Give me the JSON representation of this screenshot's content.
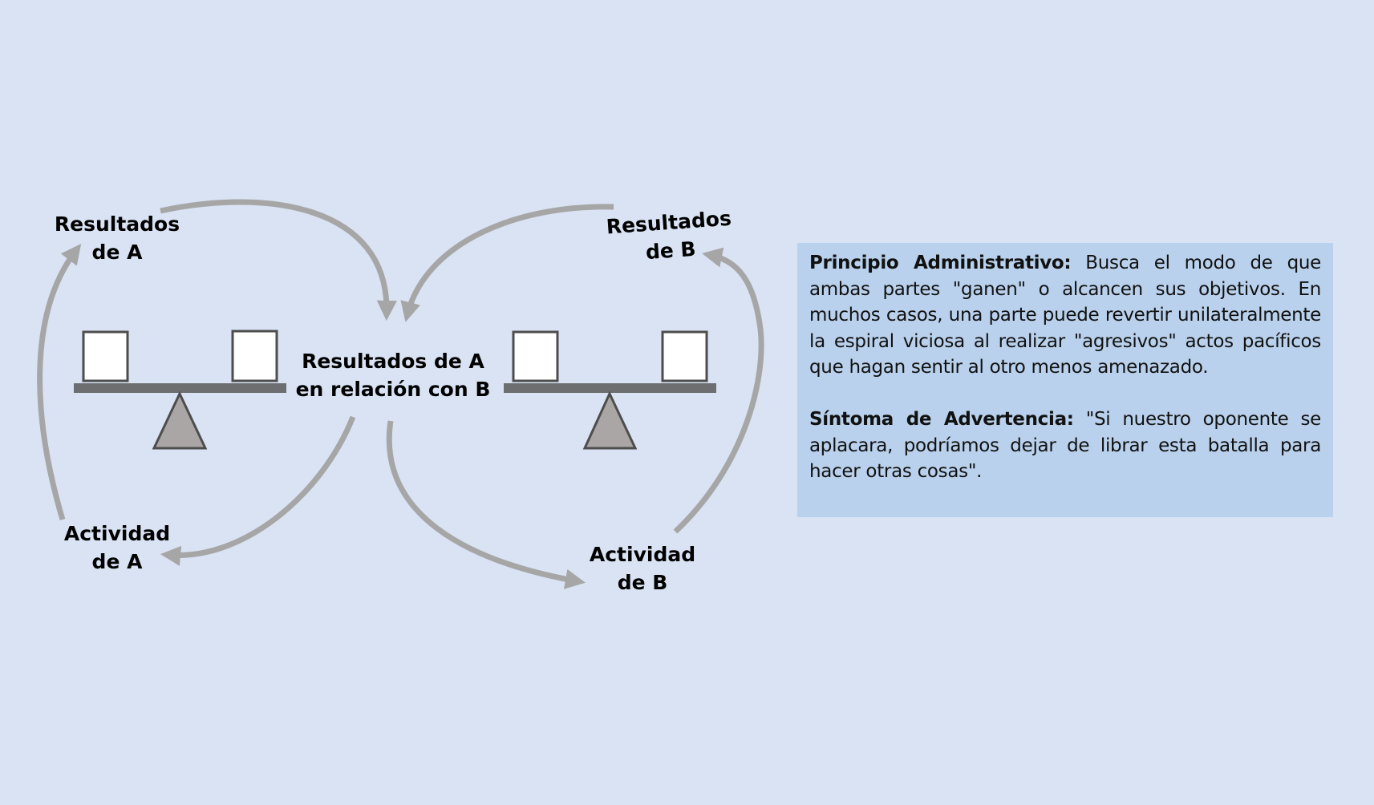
{
  "diagram": {
    "nodes": {
      "results_a": [
        "Resultados",
        "de A"
      ],
      "results_b": [
        "Resultados",
        "de B"
      ],
      "center": [
        "Resultados de A",
        "en relación con B"
      ],
      "activity_a": [
        "Actividad",
        "de A"
      ],
      "activity_b": [
        "Actividad",
        "de B"
      ]
    }
  },
  "info": {
    "principle_heading": "Principio Administrativo:",
    "principle_text": " Busca el modo de que ambas partes \"ganen\" o alcancen sus objetivos. En muchos casos, una parte puede revertir unilateralmente la espiral viciosa al realizar \"agresivos\" actos pacíficos que hagan sentir al otro menos amenazado.",
    "warning_heading": "Síntoma de Advertencia:",
    "warning_text": " \"Si nuestro oponente se aplacara, podríamos dejar de librar esta batalla para hacer otras cosas\"."
  },
  "colors": {
    "background": "#d9e3f3",
    "info_box": "#b9d1ec",
    "arrow": "#a6a6a6",
    "beam": "#6d6e70",
    "fulcrum": "#aaa6a6"
  }
}
